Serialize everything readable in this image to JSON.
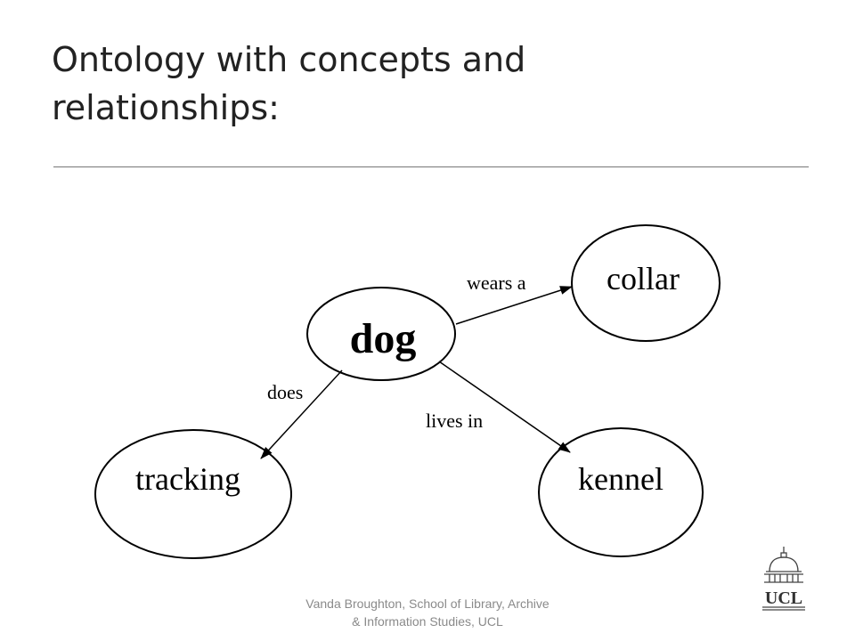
{
  "slide": {
    "title_line1": "Ontology with concepts and",
    "title_line2": "relationships:"
  },
  "diagram": {
    "nodes": {
      "dog": "dog",
      "collar": "collar",
      "tracking": "tracking",
      "kennel": "kennel"
    },
    "edges": {
      "wears": "wears a",
      "does": "does",
      "lives": "lives in"
    }
  },
  "footer": {
    "line1": "Vanda Broughton, School of Library, Archive",
    "line2": "& Information Studies, UCL"
  },
  "logo": {
    "text": "UCL",
    "icon": "ucl-dome-icon"
  }
}
